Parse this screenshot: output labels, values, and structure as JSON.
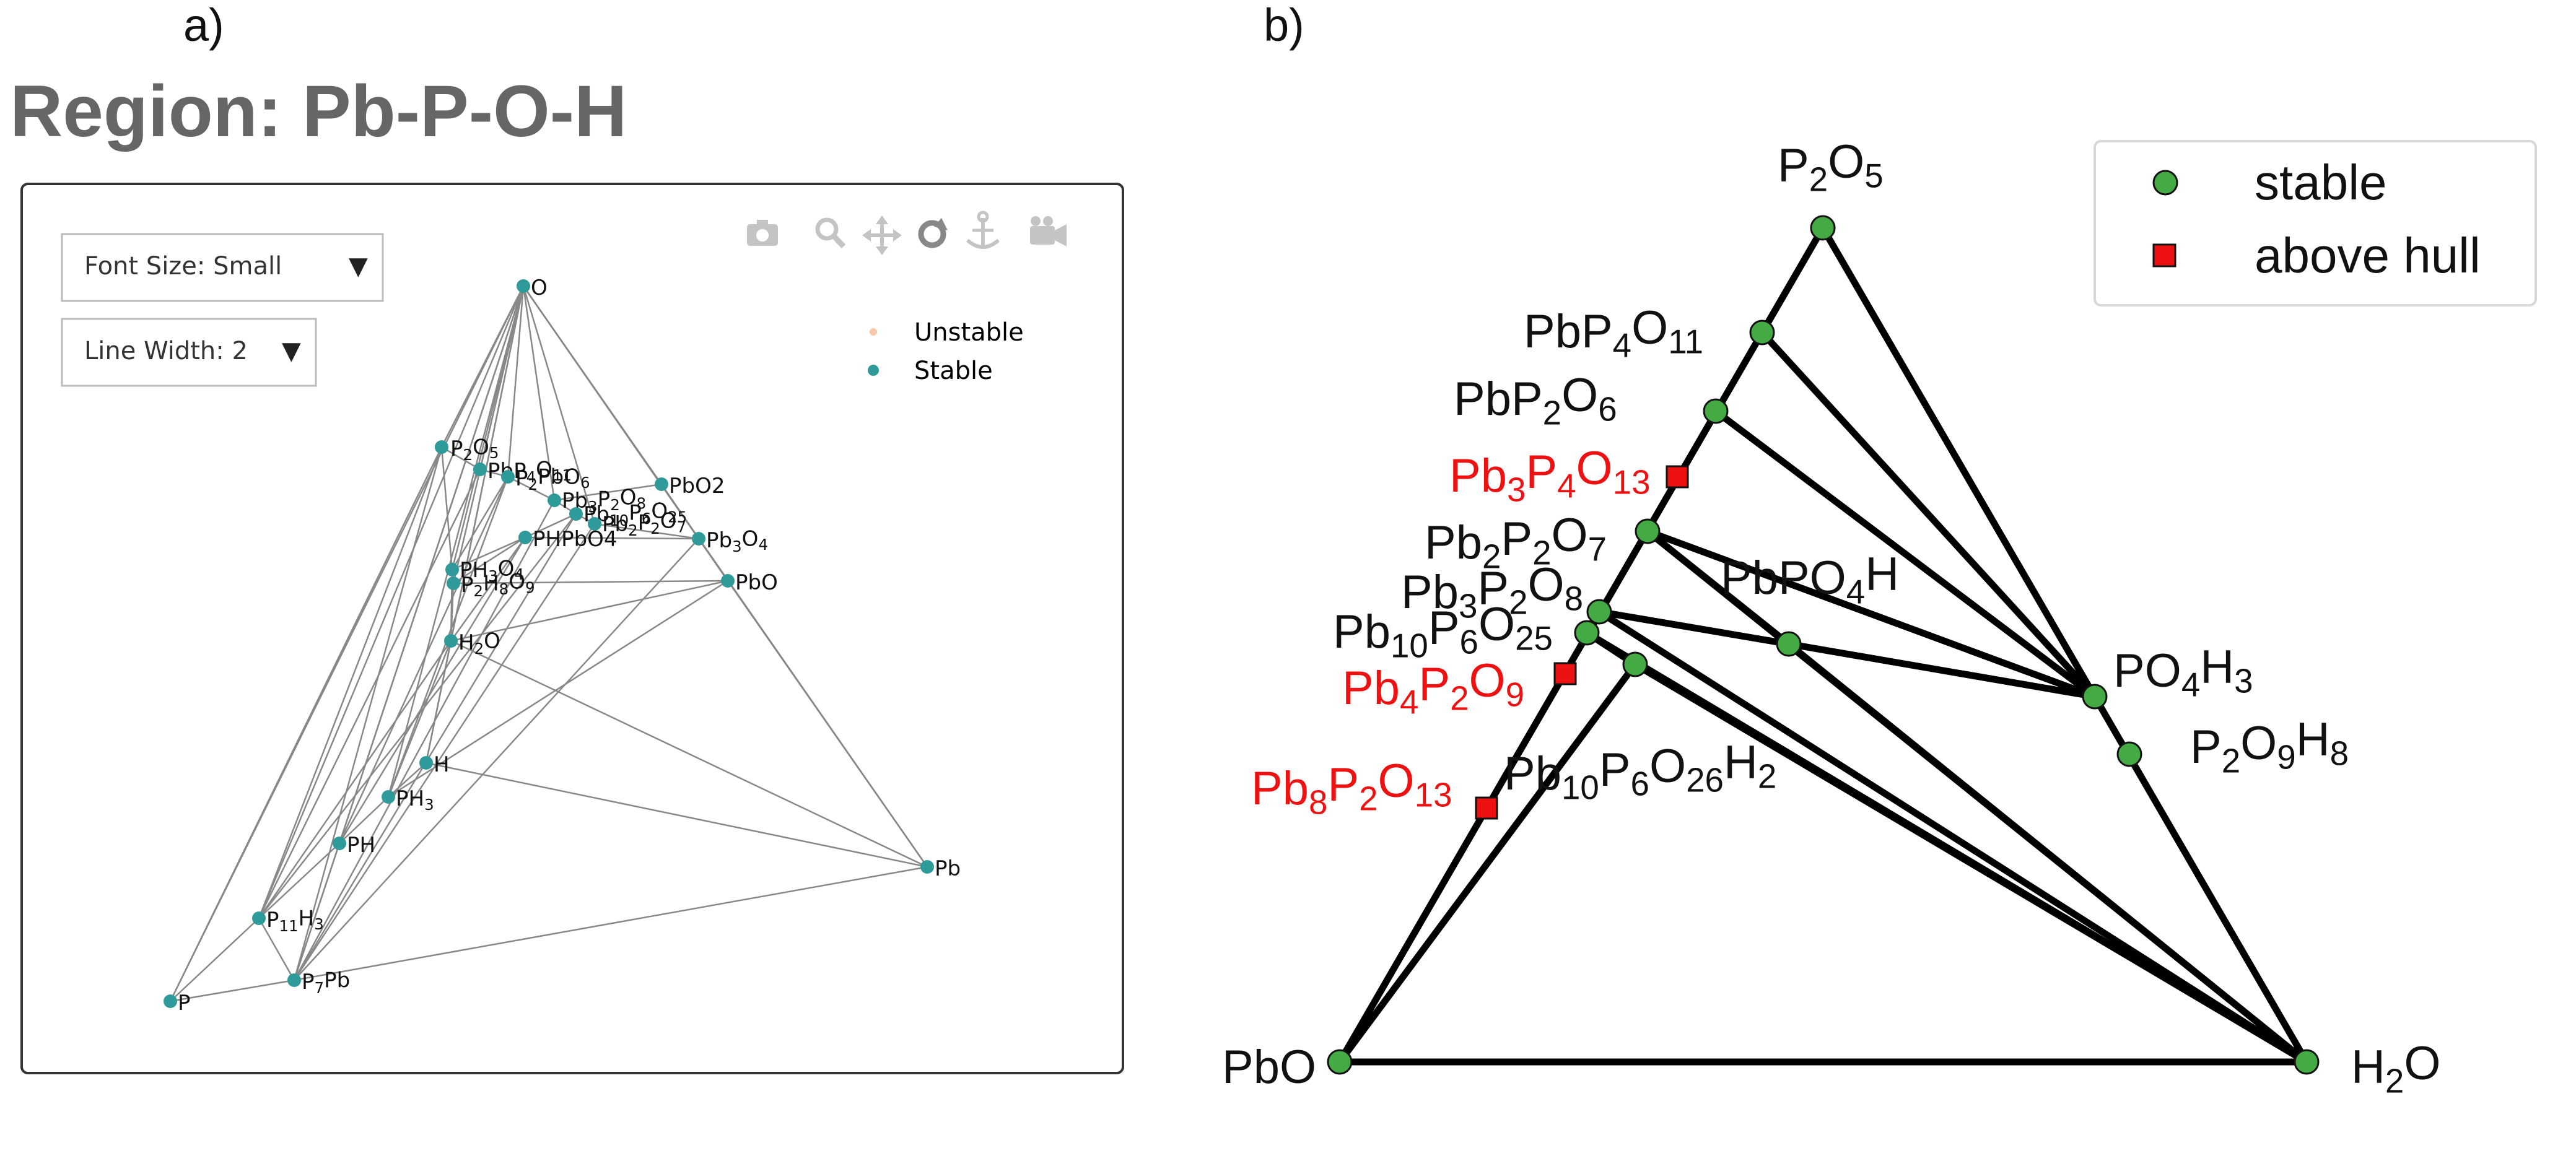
{
  "panel_a": {
    "tag": "a)",
    "title": "Region: Pb-P-O-H",
    "font_size_control": "Font Size: Small",
    "line_width_control": "Line Width: 2",
    "toolbar_icons": [
      "camera-icon",
      "zoom-icon",
      "pan-icon",
      "orbit-icon",
      "turntable-icon",
      "video-camera-icon"
    ],
    "legend": [
      {
        "label": "Unstable",
        "color": "#f5c8a8",
        "text_color": "#aaaaaa"
      },
      {
        "label": "Stable",
        "color": "#2f9a9a",
        "text_color": "#444444"
      }
    ],
    "point_color": "#2f9a9a",
    "edge_color": "#888888",
    "points": [
      {
        "id": "O",
        "text": "O",
        "sub": []
      },
      {
        "id": "P2O5",
        "text": "P2O5",
        "sub": [
          1,
          3
        ]
      },
      {
        "id": "PbP4O11",
        "text": "PbP4O11",
        "sub": [
          3,
          5,
          6
        ]
      },
      {
        "id": "PbP2O6",
        "text": "P2PbO6",
        "sub": [
          1,
          5
        ]
      },
      {
        "id": "PbO2",
        "text": "PbO2",
        "sub": [
          4
        ]
      },
      {
        "id": "Pb3P2O8",
        "text": "Pb3P2O8",
        "sub": [
          2,
          4,
          6
        ]
      },
      {
        "id": "Pb10P6O25",
        "text": "Pb10P6O25",
        "sub": [
          2,
          3,
          5,
          7,
          8
        ]
      },
      {
        "id": "Pb2P2O7",
        "text": "Pb2P2O7",
        "sub": [
          2,
          4,
          6
        ]
      },
      {
        "id": "Pb3O4",
        "text": "Pb3O4",
        "sub": [
          2,
          4
        ]
      },
      {
        "id": "PHPbO4",
        "text": "PHPbO4",
        "sub": [
          6
        ]
      },
      {
        "id": "PbO",
        "text": "PbO",
        "sub": []
      },
      {
        "id": "PH3O4",
        "text": "PH3O4",
        "sub": [
          2,
          4
        ]
      },
      {
        "id": "P2H8O9",
        "text": "P2H8O9",
        "sub": [
          1,
          3,
          5
        ]
      },
      {
        "id": "H2O",
        "text": "H2O",
        "sub": [
          1
        ]
      },
      {
        "id": "H",
        "text": "H",
        "sub": []
      },
      {
        "id": "PH3",
        "text": "PH3",
        "sub": [
          2
        ]
      },
      {
        "id": "PH",
        "text": "PH",
        "sub": []
      },
      {
        "id": "P11H3",
        "text": "P11H3",
        "sub": [
          1,
          2,
          4
        ]
      },
      {
        "id": "P7Pb",
        "text": "P7Pb",
        "sub": [
          1
        ]
      },
      {
        "id": "P",
        "text": "P",
        "sub": []
      },
      {
        "id": "Pb",
        "text": "Pb",
        "sub": []
      }
    ]
  },
  "panel_b": {
    "tag": "b)",
    "stable_color": "#44aa44",
    "above_color": "#ee1111",
    "line_color": "#000000",
    "legend": [
      {
        "label": "stable",
        "marker": "circle"
      },
      {
        "label": "above hull",
        "marker": "square"
      }
    ],
    "points": [
      {
        "id": "P2O5",
        "text": "P2O5",
        "sub": [
          1,
          3
        ],
        "status": "stable"
      },
      {
        "id": "PbP4O11",
        "text": "PbP4O11",
        "sub": [
          3,
          5,
          6
        ],
        "status": "stable"
      },
      {
        "id": "PbP2O6",
        "text": "PbP2O6",
        "sub": [
          3,
          5
        ],
        "status": "stable"
      },
      {
        "id": "Pb3P4O13",
        "text": "Pb3P4O13",
        "sub": [
          2,
          4,
          6,
          7
        ],
        "status": "above hull"
      },
      {
        "id": "Pb2P2O7",
        "text": "Pb2P2O7",
        "sub": [
          2,
          4,
          6
        ],
        "status": "stable"
      },
      {
        "id": "PbPO4H",
        "text": "PbPO4H",
        "sub": [
          4
        ],
        "status": "stable"
      },
      {
        "id": "Pb3P2O8",
        "text": "Pb3P2O8",
        "sub": [
          2,
          4,
          6
        ],
        "status": "stable"
      },
      {
        "id": "Pb10P6O25",
        "text": "Pb10P6O25",
        "sub": [
          2,
          3,
          5,
          7,
          8
        ],
        "status": "stable"
      },
      {
        "id": "Pb4P2O9",
        "text": "Pb4P2O9",
        "sub": [
          2,
          4,
          6
        ],
        "status": "above hull"
      },
      {
        "id": "PO4H3",
        "text": "PO4H3",
        "sub": [
          2,
          4
        ],
        "status": "stable"
      },
      {
        "id": "P2O9H8",
        "text": "P2O9H8",
        "sub": [
          1,
          3,
          5
        ],
        "status": "stable"
      },
      {
        "id": "Pb8P2O13",
        "text": "Pb8P2O13",
        "sub": [
          2,
          4,
          6,
          7
        ],
        "status": "above hull"
      },
      {
        "id": "Pb10P6O26H2",
        "text": "Pb10P6O26H2",
        "sub": [
          2,
          3,
          5,
          7,
          8,
          10
        ],
        "status": "stable"
      },
      {
        "id": "PbO",
        "text": "PbO",
        "sub": [],
        "status": "stable"
      },
      {
        "id": "H2O",
        "text": "H2O",
        "sub": [
          1
        ],
        "status": "stable"
      }
    ],
    "tie_lines": [
      [
        "PbO",
        "H2O"
      ],
      [
        "PbO",
        "P2O5"
      ],
      [
        "P2O5",
        "H2O"
      ],
      [
        "PbP4O11",
        "PO4H3"
      ],
      [
        "PbP2O6",
        "PO4H3"
      ],
      [
        "Pb2P2O7",
        "PO4H3"
      ],
      [
        "Pb2P2O7",
        "PbPO4H"
      ],
      [
        "Pb3P2O8",
        "PbPO4H"
      ],
      [
        "PbPO4H",
        "PO4H3"
      ],
      [
        "PbPO4H",
        "H2O"
      ],
      [
        "Pb2P2O7",
        "H2O"
      ],
      [
        "Pb3P2O8",
        "H2O"
      ],
      [
        "Pb10P6O25",
        "H2O"
      ],
      [
        "Pb10P6O25",
        "Pb10P6O26H2"
      ],
      [
        "Pb10P6O26H2",
        "H2O"
      ],
      [
        "PbO",
        "Pb10P6O26H2"
      ]
    ]
  }
}
